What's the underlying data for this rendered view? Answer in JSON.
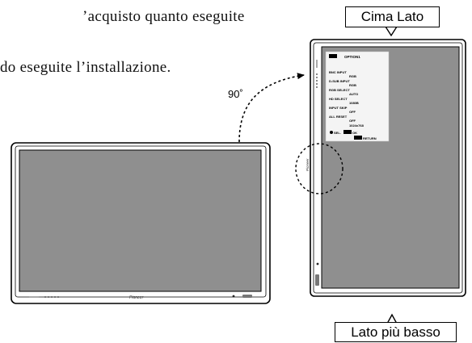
{
  "text": {
    "line1": "’acquisto quanto eseguite",
    "line2": "do eseguite l’installazione."
  },
  "labels": {
    "top_side": "Cima Lato",
    "bottom_side": "Lato più basso",
    "rotation": "90˚"
  },
  "brand": "Pioneer",
  "osd": {
    "title": "OPTION1",
    "items": [
      {
        "label": "BNC INPUT",
        "value": "RGB"
      },
      {
        "label": "D-SUB INPUT",
        "value": "RGB"
      },
      {
        "label": "RGB SELECT",
        "value": "AUTO"
      },
      {
        "label": "HD SELECT",
        "value": "1080B"
      },
      {
        "label": "INPUT SKIP",
        "value": "OFF"
      },
      {
        "label": "ALL RESET",
        "value": "OFF"
      },
      {
        "label": "",
        "value": "1024x768"
      }
    ],
    "footer_sel": "SEL.",
    "footer_ok": "OK",
    "footer_return": "RETURN"
  }
}
